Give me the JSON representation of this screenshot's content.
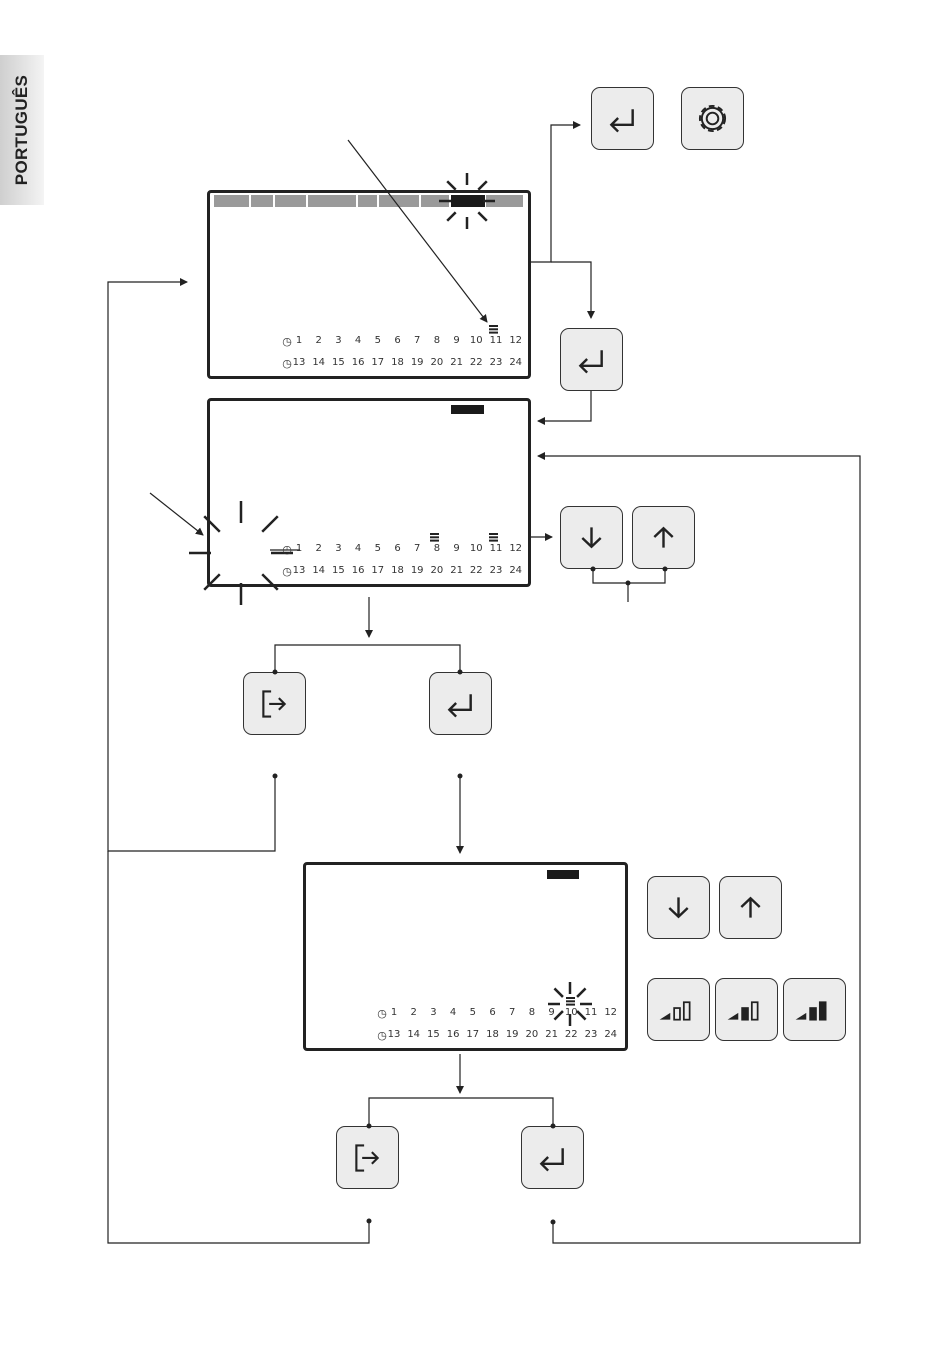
{
  "side_tab": {
    "label": "PORTUGUÊS"
  },
  "hours_row1": [
    "1",
    "2",
    "3",
    "4",
    "5",
    "6",
    "7",
    "8",
    "9",
    "10",
    "11",
    "12"
  ],
  "hours_row2": [
    "13",
    "14",
    "15",
    "16",
    "17",
    "18",
    "19",
    "20",
    "21",
    "22",
    "23",
    "24"
  ],
  "buttons": [
    {
      "name": "enter-button",
      "icon": "enter-arrow-icon"
    },
    {
      "name": "settings-button",
      "icon": "gear-icon"
    },
    {
      "name": "down-button",
      "icon": "arrow-down-icon"
    },
    {
      "name": "up-button",
      "icon": "arrow-up-icon"
    },
    {
      "name": "exit-button",
      "icon": "exit-door-icon"
    },
    {
      "name": "fan-speed-1-button",
      "icon": "signal-level-1-icon"
    },
    {
      "name": "fan-speed-2-button",
      "icon": "signal-level-2-icon"
    },
    {
      "name": "fan-speed-3-button",
      "icon": "signal-level-3-icon"
    }
  ],
  "colors": {
    "line": "#222222",
    "button_fill": "#ececec",
    "bar_gray": "#9a9a9a",
    "tab_gray": "#d8d8d8"
  }
}
